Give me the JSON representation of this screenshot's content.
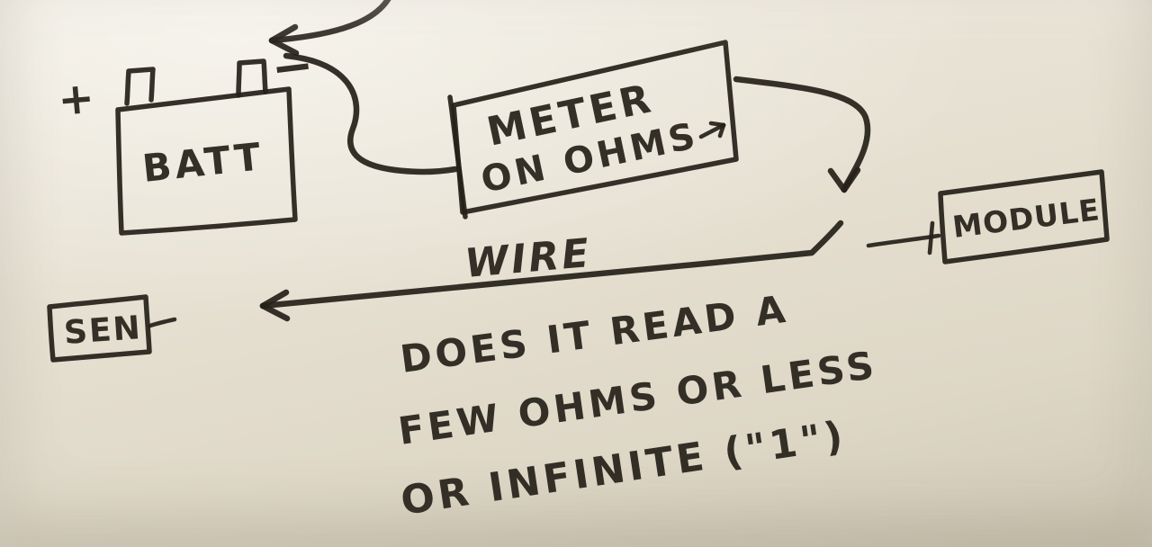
{
  "colors": {
    "ink": "#26211a",
    "paper": "#e7e1d3"
  },
  "battery": {
    "label": "BATT",
    "plus": "+",
    "minus": "−"
  },
  "meter": {
    "line1": "METER",
    "line2": "ON OHMS"
  },
  "module": {
    "label": "MODULE"
  },
  "sensor": {
    "label": "SEN"
  },
  "wire": {
    "label": "WIRE"
  },
  "question": {
    "line1": "DOES IT READ A",
    "line2": "FEW OHMS OR LESS",
    "line3": "OR INFINITE (\"1\")"
  }
}
